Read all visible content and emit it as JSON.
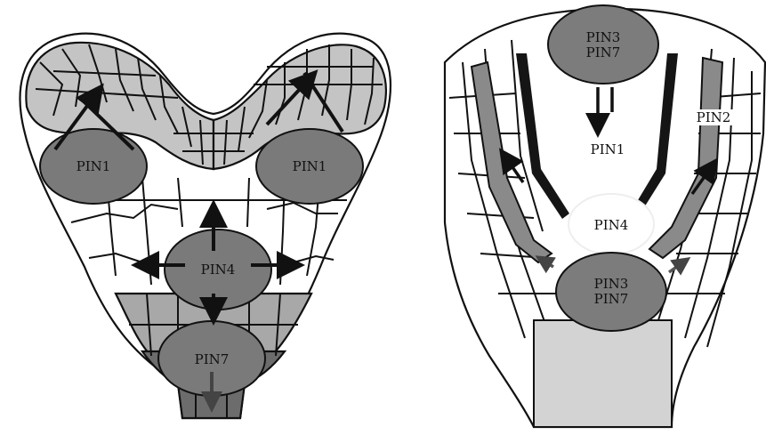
{
  "colors": {
    "background": "#ffffff",
    "cell_outline": "#111111",
    "light_tissue": "#c8c8c8",
    "mid_tissue": "#9a9a9a",
    "dark_tissue": "#6a6a6a",
    "pin_region": "#777777",
    "arrow": "#111111"
  },
  "embryo": {
    "labels": {
      "pin1_left": "PIN1",
      "pin1_right": "PIN1",
      "pin4": "PIN4",
      "pin7": "PIN7"
    }
  },
  "root": {
    "labels": {
      "pin3_top_a": "PIN3",
      "pin3_top_b": "PIN7",
      "pin1": "PIN1",
      "pin2": "PIN2",
      "pin4": "PIN4",
      "pin3_bottom_a": "PIN3",
      "pin3_bottom_b": "PIN7"
    }
  }
}
